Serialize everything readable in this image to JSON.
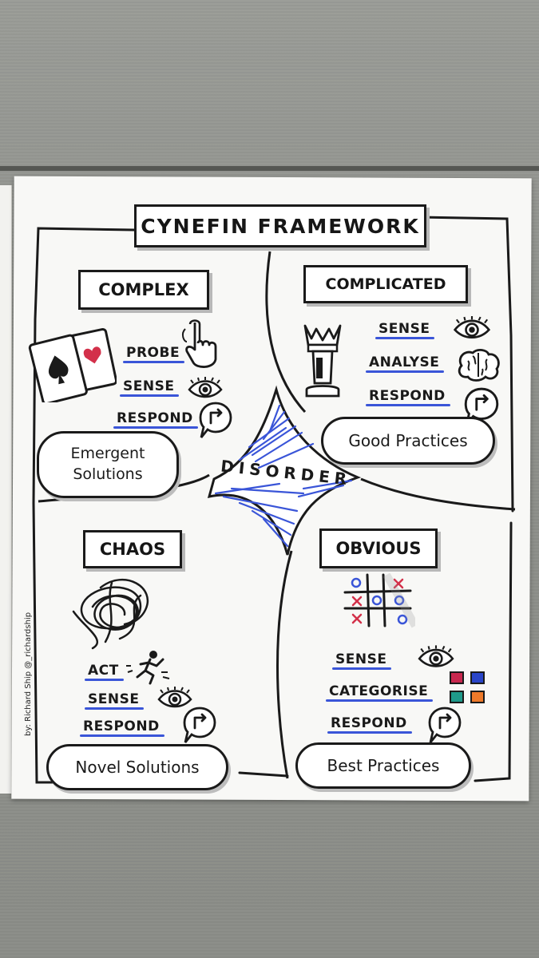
{
  "title": "CYNEFIN FRAMEWORK",
  "center_label": "DISORDER",
  "credit": "by: Richard Ship @_richardship",
  "quadrants": {
    "complex": {
      "title": "COMPLEX",
      "steps": [
        "PROBE",
        "SENSE",
        "RESPOND"
      ],
      "outcome_line1": "Emergent",
      "outcome_line2": "Solutions"
    },
    "complicated": {
      "title": "COMPLICATED",
      "steps": [
        "SENSE",
        "ANALYSE",
        "RESPOND"
      ],
      "outcome": "Good Practices"
    },
    "chaos": {
      "title": "CHAOS",
      "steps": [
        "ACT",
        "SENSE",
        "RESPOND"
      ],
      "outcome": "Novel Solutions"
    },
    "obvious": {
      "title": "OBVIOUS",
      "steps": [
        "SENSE",
        "CATEGORISE",
        "RESPOND"
      ],
      "outcome": "Best Practices"
    }
  },
  "colors": {
    "ink": "#1a1a1a",
    "accent_blue": "#3a55d8",
    "heart_red": "#d3304a",
    "poster": "#f8f8f6",
    "wall": "#8f918c"
  },
  "icons": {
    "complex": [
      "playing-cards-icon",
      "pointing-hand-icon",
      "eye-icon",
      "speech-bubble-arrow-icon"
    ],
    "complicated": [
      "chess-queen-icon",
      "eye-icon",
      "brain-icon",
      "speech-bubble-arrow-icon"
    ],
    "chaos": [
      "scribble-icon",
      "running-person-icon",
      "eye-icon",
      "speech-bubble-arrow-icon"
    ],
    "obvious": [
      "tic-tac-toe-icon",
      "eye-icon",
      "color-squares-icon",
      "speech-bubble-arrow-icon"
    ]
  }
}
